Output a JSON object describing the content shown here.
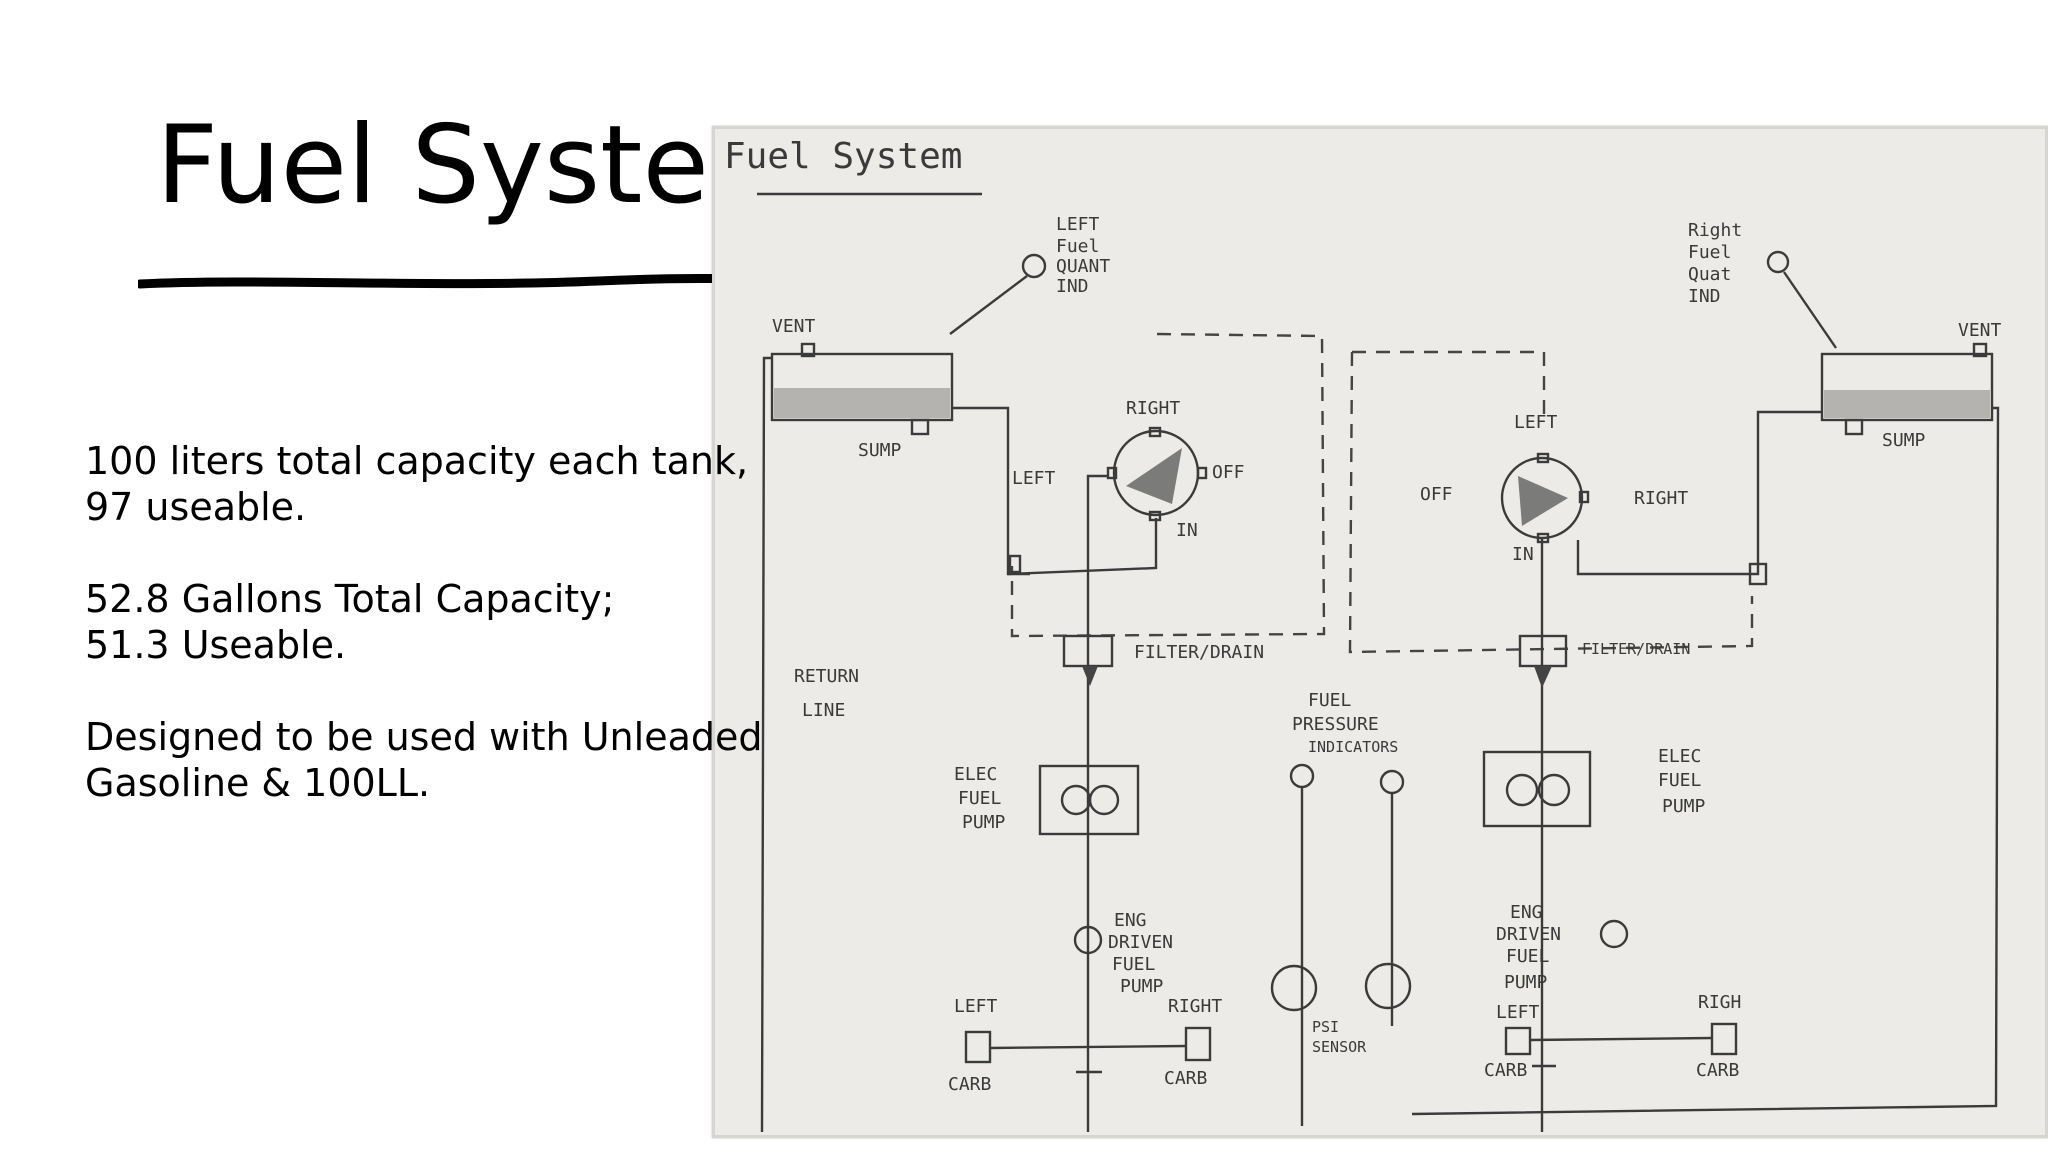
{
  "slide": {
    "title": "Fuel System",
    "paragraphs": [
      "100 liters total capacity each tank,\n97 useable.",
      "52.8 Gallons Total Capacity;\n51.3 Useable.",
      "Designed to be used with Unleaded\nGasoline & 100LL."
    ]
  },
  "sketch": {
    "heading": "Fuel System",
    "labels": {
      "left_qty": [
        "LEFT",
        "Fuel",
        "QUANT",
        "IND"
      ],
      "right_qty": [
        "Right",
        "Fuel",
        "Quat",
        "IND"
      ],
      "vent_left": "VENT",
      "vent_right": "VENT",
      "sump_left": "SUMP",
      "sump_right": "SUMP",
      "sel1_right": "RIGHT",
      "sel1_left": "LEFT",
      "sel1_off": "OFF",
      "sel1_in": "IN",
      "sel2_left": "LEFT",
      "sel2_off": "OFF",
      "sel2_right": "RIGHT",
      "sel2_in": "IN",
      "filter_left": "FILTER/DRAIN",
      "filter_right": "FILTER/DRAIN",
      "return_line": [
        "RETURN",
        "LINE"
      ],
      "fuel_press": [
        "FUEL",
        "PRESSURE",
        "INDICATORS"
      ],
      "elec_pump_left": [
        "ELEC",
        "FUEL",
        "PUMP"
      ],
      "elec_pump_right": [
        "ELEC",
        "FUEL",
        "PUMP"
      ],
      "eng_pump_left": [
        "ENG",
        "DRIVEN",
        "FUEL",
        "PUMP"
      ],
      "eng_pump_right": [
        "ENG",
        "DRIVEN",
        "FUEL",
        "PUMP"
      ],
      "psi_sensor": [
        "PSI",
        "SENSOR"
      ],
      "carb_l_left": "LEFT",
      "carb_l_right": "RIGHT",
      "carb_l_left_b": "CARB",
      "carb_l_right_b": "CARB",
      "carb_r_left": "LEFT",
      "carb_r_right": "RIGH",
      "carb_r_left_b": "CARB",
      "carb_r_right_b": "CARB"
    }
  }
}
